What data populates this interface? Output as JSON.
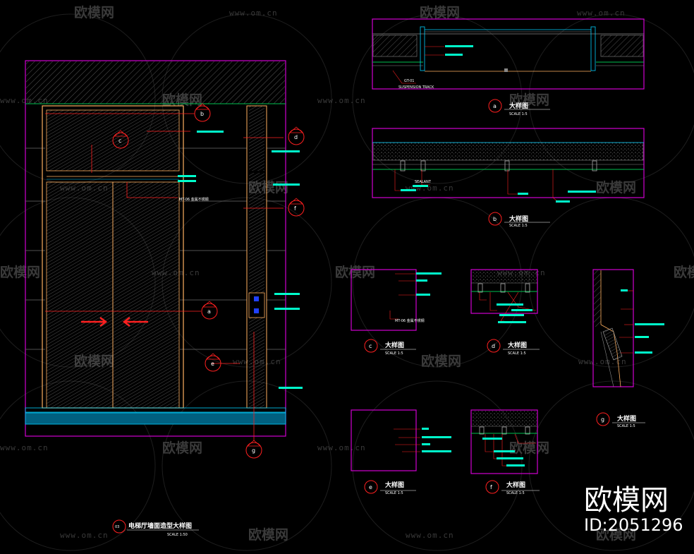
{
  "watermarks": {
    "brand": "欧模网",
    "url": "www.om.cn"
  },
  "main_elevation": {
    "number": "03",
    "title": "电梯厅墙面造型大样图",
    "scale": "SCALE 1:50",
    "note_label": "MT-06 金属不锈钢"
  },
  "section_markers": {
    "a": "a",
    "b": "b",
    "c": "c",
    "d": "d",
    "e": "e",
    "f": "f",
    "g": "g"
  },
  "details": {
    "a": {
      "title": "大样图",
      "scale": "SCALE 1:5",
      "note1": "GT-01",
      "note2": "SUSPENSION TRACK"
    },
    "b": {
      "title": "大样图",
      "scale": "SCALE 1:5",
      "note": "SEALANT"
    },
    "c": {
      "title": "大样图",
      "scale": "SCALE 1:5",
      "note": "MT-06 金属不锈钢"
    },
    "d": {
      "title": "大样图",
      "scale": "SCALE 1:5"
    },
    "e": {
      "title": "大样图",
      "scale": "SCALE 1:5"
    },
    "f": {
      "title": "大样图",
      "scale": "SCALE 1:5"
    },
    "g": {
      "title": "大样图",
      "scale": "SCALE 1:5"
    }
  },
  "branding": {
    "name": "欧模网",
    "id": "ID:2051296"
  },
  "colors": {
    "frame": "#d000d0",
    "leader": "#ff2020",
    "tag": "#00ffcc",
    "wall": "#ffb060",
    "cyan": "#00d0ff",
    "hatch": "#777777"
  }
}
